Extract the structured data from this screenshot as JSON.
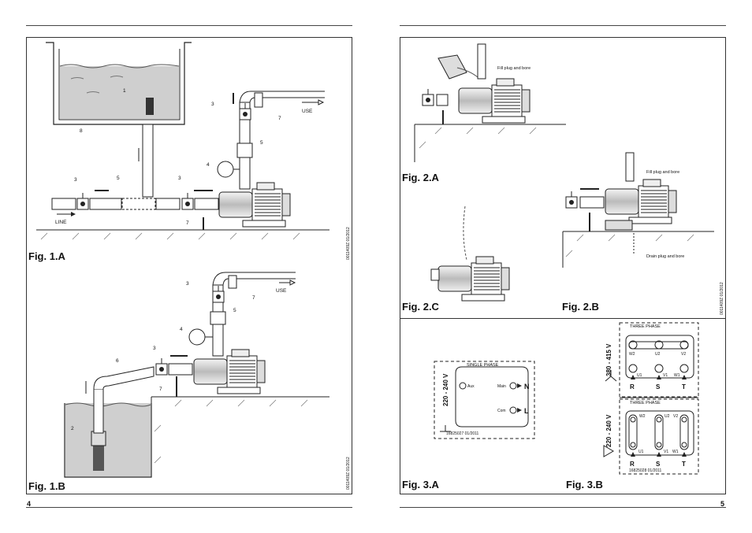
{
  "page_numbers": {
    "left": "4",
    "right": "5"
  },
  "figures": {
    "fig_1a": {
      "label": "Fig. 1.A",
      "callouts": [
        "1",
        "8",
        "3",
        "5",
        "3",
        "7",
        "3",
        "7",
        "5",
        "4"
      ],
      "use": "USE",
      "line": "LINE",
      "code": "0011409Z   01/2012"
    },
    "fig_1b": {
      "label": "Fig. 1.B",
      "callouts": [
        "3",
        "7",
        "5",
        "4",
        "3",
        "6",
        "7",
        "2"
      ],
      "use": "USE",
      "code": "0011409Z   01/2012"
    },
    "fig_2a": {
      "label": "Fig. 2.A",
      "fill_note": "Fill plug and bore"
    },
    "fig_2b": {
      "label": "Fig. 2.B",
      "fill_note": "Fill plug and bore",
      "drain_note": "Drain plug and bore",
      "code": "0011409Z   01/2012"
    },
    "fig_2c": {
      "label": "Fig. 2.C"
    },
    "fig_3a": {
      "label": "Fig. 3.A",
      "title": "SINGLE PHASE",
      "voltage": "220 - 240 V",
      "aux": "Aux",
      "main": "Main",
      "com": "Com",
      "n": "N",
      "l": "L",
      "code": "16825027   01/2011"
    },
    "fig_3b": {
      "label": "Fig. 3.B",
      "top": {
        "title": "THREE PHASE",
        "voltage": "380 - 415 V",
        "w2": "W2",
        "u2": "U2",
        "v2": "V2",
        "u1": "U1",
        "v1": "V1",
        "w1": "W1",
        "r": "R",
        "s": "S",
        "t": "T"
      },
      "bottom": {
        "title": "THREE PHASE",
        "voltage": "220 - 240 V",
        "w2": "W2",
        "u2": "U2",
        "v2": "V2",
        "u1": "U1",
        "v1": "V1",
        "w1": "W1",
        "r": "R",
        "s": "S",
        "t": "T",
        "code": "16825028   01/2011"
      }
    }
  }
}
